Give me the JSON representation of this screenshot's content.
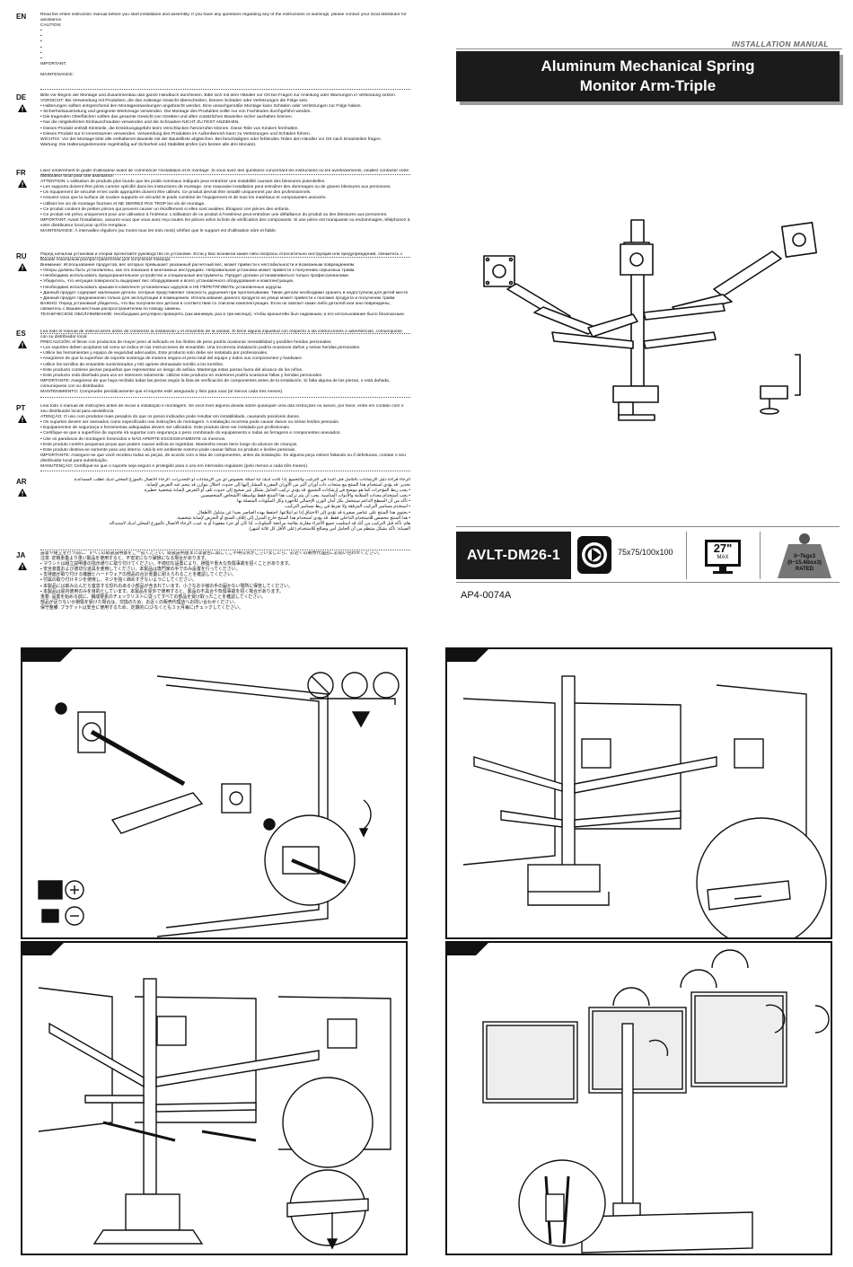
{
  "header": {
    "manual_label": "INSTALLATION MANUAL",
    "title_line1": "Aluminum Mechanical Spring",
    "title_line2": "Monitor Arm-Triple"
  },
  "specs": {
    "model": "AVLT-DM26-1",
    "vesa": "75x75/100x100",
    "screen_size": "27\"",
    "screen_size_sub": "MAX",
    "weight_line1": "0~7kgx3",
    "weight_line2": "(0~15.4lbsx3)",
    "weight_line3": "RATED",
    "product_code": "AP4-0074A"
  },
  "languages": [
    {
      "code": "EN",
      "text": "Read the entire instruction manual before you start installation and assembly. If you have any questions regarding any of the instructions or warnings, please contact your local distributor for assistance.\nCAUTION:\n•\n•\n•\n•\n•\n•\nIMPORTANT:\n\nMAINTENANCE:"
    },
    {
      "code": "DE",
      "text": "Bitte vor Beginn der Montage und Zusammenbau das ganze Handbuch durchlesen. Bitte sich mit dem Händler vor Ort bei Fragen zur Anleitung oder Warnungen in Verbindung setzen.\nVORSICHT: Bei Verwendung mit Produkten, die das zulässige Gewicht überschreiten, können Schäden oder Verletzungen die Folge sein.\n• Halterungen sollten entsprechend den Montageanweisungen angebracht werden. Eine unsachgemäße Montage kann Schäden oder Verletzungen zur Folge haben.\n• Sicherheitsausrüstung und geeignete Werkzeuge verwenden. Die Montage des Produktes sollte nur von Fachleuten durchgeführt werden.\n• Die tragenden Oberflächen sollten das gesamte Gewicht von Geräten und allen zusätzlichen Bauteilen sicher aushalten können.\n• Nur die mitgelieferten Einbauschrauben verwenden und die Schrauben NICHT ZU FEST ANZIEHEN.\n• Dieses Produkt enthält Kleinteile, die Erstickungsgefahr beim Verschlucken hervorrufen können. Diese Teile von Kindern fernhalten.\n• Dieses Produkt nur in Innenräumen verwenden. Verwendung des Produktes im Außenbereich kann zu Verletzungen und Schäden führen.\nWICHTIG: Vor der Montage bitte alle enthaltenen Bauteile mit der Bauteilliste abgleichen. Bei beschädigten oder fehlenden Teilen den Händler vor Ort nach Ersatzteilen fragen.\nWartung: Die Halterungselemente regelmäßig auf Sicherheit und Stabilität prüfen (um besten alle drei Monate)."
    },
    {
      "code": "FR",
      "text": "Lisez entièrement le guide d'utilisateur avant de commencer l'installation et le montage. Si vous avez des questions concernant les instructions ou les avertissements, veuillez contacter votre distributeur local pour une assistance.\nATTENTION: L'utilisation de produits plus lourds que les poids nominaux indiqués peut entraîner une instabilité causant des blessures potentielles.\n• Les supports doivent être joints comme spécifié dans les instructions de montage. Une mauvaise installation peut entraîner des dommages ou de graves blessures aux personnes.\n• Un équipement de sécurité et les outils appropriés doivent être utilisés. Ce produit devrait être installé uniquement par des professionnels.\n• Assurez-vous que la surface de soutien supporte en sécurité le poids combiné de l'équipement et de tous les matériaux et composantes associés.\n• Utilisez les vis de montage fournies et NE SERREZ PAS TROP les vis de montage.\n• Ce produit contient de petites pièces qui peuvent causer un étouffement si elles sont avalées. Éloignez ces pièces des enfants.\n• Ce produit est prévu uniquement pour une utilisation à l'intérieur. L'utilisation de ce produit à l'extérieur peut entraîner une défaillance du produit ou des blessures aux personnes.\nIMPORTANT: Avant l'installation, assurez-vous que vous avez reçu toutes les pièces selon la liste de vérification des composants. Si une pièce est manquante ou endommagée, téléphonez à votre distributeur local pour qu'il le remplace.\nMAINTENANCE: À intervalles réguliers (au moins tous les trois mois) vérifiez que le support est d'utilisation sûre et fiable."
    },
    {
      "code": "RU",
      "text": "Перед началом установки и сборки прочитайте руководство по установке. Если у Вас возникли какие-либо вопросы относительно инструкций или предупреждений, свяжитесь с Вашим локальным распространителем для получения помощи.\nВнимание: Использование продуктов, вес которых превышает указанный расчетный вес, может привести к нестабильности и возможным повреждениям.\n• Опоры должны быть установлены, как это показано в монтажных инструкциях. Неправильная установка может привести к получению серьезных травм.\n• Необходимо использовать предохранительное устройство и специальные инструменты. Продукт должен устанавливаться только профессионалами.\n• Убедитесь, что несущая поверхность выдержит вес оборудования и всего установочного оборудования и комплектующих.\n• Необходимо использовать крышки в комплекте установочных шурупов и НЕ ПЕРЕТЯГИВАТЬ установочные шурупы.\n• Данный продукт содержит маленькие детали, которые представляют опасность удушения при проглатывании. Такие детали необходимо хранить в недоступном для детей месте.\n• Данный продукт предназначен только для эксплуатации в помещениях. Использование данного продукта на улице может привести к поломке продукта и получению травм.\nВАЖНО: Перед установкой убедитесь, что Вы получили все детали в соответствии со списком комплектующих. Если не хватает каких-либо деталей или они повреждены, свяжитесь с Вашим местным распространителем по поводу замены.\nТЕХНИЧЕСКОЕ ОБСЛУЖИВАНИЕ: Необходимо регулярно проверять (как минимум, раз в три месяца), чтобы кронштейн был надежным, и его использование было безопасным."
    },
    {
      "code": "ES",
      "text": "Lea todo el manual de instrucciones antes de comenzar la instalación y el ensamble de la unidad. Si tiene alguna inquietud con respecto a las instrucciones o advertencias, comuníquese con su distribuidor local.\nPRECAUCIÓN: el llevar con productos de mayor peso al indicado en los límites de peso podría ocasionar inestabilidad y posibles heridas personales.\n• Los soportes deben acoplarse tal como se indica en las instrucciones de ensamble. Una incorrecta instalación podría ocasionar daños y serias heridas personales.\n• Utilice las herramientas y equipo de seguridad adecuados. Este producto solo debe ser instalado por profesionales.\n• Asegúrese de que la superficie de soporte sostenga de manera segura el peso total del equipo y todos sus componentes y hardware.\n• Utilice los tornillos de ensamble suministrados y NO apriete demasiado tornillo a los tornillos.\n• Este producto contiene piezas pequeñas que representan un riesgo de asfixia. Mantenga estas piezas fuera del alcance de los niños.\n• Este producto está diseñado para uso en interiores solamente. Utilizar este producto en exteriores podría ocasionar fallas y heridas personales.\nIMPORTANTE: Asegúrese de que haya recibido todas las piezas según la lista de verificación de componentes antes de la instalación. Si falta alguna de las piezas, o está dañada, comuníquese con su distribuidor.\nMANTENIMIENTO: Compruebe periódicamente que el soporte esté asegurado y listo para usar (al menos cada tres meses)."
    },
    {
      "code": "PT",
      "text": "Leia todo o manual de instruções antes de iniciar a instalação e montagem. Se você tiver alguma dúvida sobre quaisquer uma das instruções ou avisos, por favor, entre em contato com o seu distribuidor local para assistência.\nATENÇÃO: O uso com produtos mais pesados do que os pesos indicados pode resultar em instabilidade, causando possíveis danos.\n• Os suportes devem ser anexados como especificado nas instruções de montagem. A instalação incorreta pode causar danos ou sérias lesões pessoais.\n• Equipamentos de segurança e ferramentas adequadas devem ser utilizados. Este produto deve ser instalado por profissionais.\n• Certifique-se que a superfície de suporte irá suportar com segurança o peso combinado do equipamento e todas as ferragens e componentes anexados.\n• Use os parafusos de montagem fornecidos e NÃO APERTE EXCESSIVAMENTE os mesmos.\n• Este produto contém pequenas peças que podem causar asfixia se ingeridas. Mantenha essas itens longe do alcance de crianças.\n• Este produto destina-se somente para uso interno. Usá-lo em ambiente externo pode causar falhas no produto e lesões pessoais.\nIMPORTANTE: Assegure-se que você recebeu todas as peças, de acordo com a lista de componentes, antes da instalação. Se alguma peça estiver faltando ou if defeituosa, contate o seu distribuidor local para substituição.\nMANUTENÇÃO: Certifique-se que o suporte seja seguro e protegido para o uso em intervalos regulares (pelo menos a cada três meses)."
    },
    {
      "code": "AR",
      "text": "الرجاء قراءة دليل الإرشادات بالكامل قبل البدء في التركيب والتجميع. إذا كانت لديك أية أسئلة بخصوص أي من الإرشادات أو التحذيرات، الرجاء الاتصال بالموزع المحلي لديك لطلب المساعدة.\nتحذير: قد يؤدي استخدام هذا المنتج مع منتجات ذات أوزان أكبر من الأوزان المقررة المشار إليها إلى حدوث اختلال بتوازن قد ينجم عنه التعرض لإصابة.\n• يجب ربط المؤخرات كما هو موضح في إرشادات التجميع. قد يؤدي تركيب الحامل بشكل غير صحيح إلى حدوث تلف أو التعرض لإصابة شخصية خطيرة.\n• يجب استخدام معدات السلامة والأدوات المناسبة. يجب أن يتم تركيب هذا المنتج فقط بواسطة الأشخاص المتخصصين.\n• تأكد من أن السطح الداعم سيتحمل بكل أمان الوزن الإجمالي للأجهزة وكل المكونات المتصلة بها.\n• استخدم مسامير التركيب المرفقة ولا تفرط في ربط مسامير التركيب.\n• يحتوي هذا المنتج على عناصر صغيرة قد تؤدي إلى الاختناق إذا تم ابتلاعها. احتفظ بهذه العناصر بعيدا عن متناول الأطفال.\n• هذا المنتج مخصص للاستخدام الداخلي فقط. قد يؤدي استخدام هذا المنتج خارج المنزل إلى إتلاف المنتج أو التعرض لإصابة شخصية.\nهام: تأكد قبل التركيب من أنك قد استلمت جميع الأجزاء مقارنة بقائمة مراجعة المكونات. إذا كان أي جزء مفقودا أو به عيب، الرجاء الاتصال بالموزع المحلي لديك لاستبداله.\nالصيانة: تأكد بشكل منتظم من أن الحامل آمن وصالح للاستخدام (على الأقل كل ثلاثة أشهر)."
    },
    {
      "code": "JA",
      "text": "設置や組立を行う前に、すべての取扱説明書をご一読ください。取扱説明書または警告に関してご不明な点がございましたら、お近くの販売代理店にお問い合わせください。\n注意: 定格重量より重い製品を使用すると、不安定になり破損になる場合があります。\n• マウントは組立説明書の指示通りに取り付けてください。不適切な設置により、損傷や重大な負傷事故を招くことがあります。\n• 安全装置および適切な道具を使用してください。本製品は専門家の手でのみ設置を行ってください。\n• 支持面が取り付ける機器とハードウェアの部品の合計重量に耐えられることを確認してください。\n• 付属の取り付けネジを使用し、ネジを強く締めすぎないようにしてください。\n• 本製品には飲み込んだら窒息する恐れのある小部品が含まれています。小さなお子様の手の届かない場所に保管してください。\n• 本製品は屋内使用のみを目的としています。本製品を屋外で使用すると、製品の不具合や負傷事故を招く場合があります。\n重要: 設置を始める前に、構成要素のチェックリストに従ってすべての部品を受け取ったことを確認してください。\n部品が足りないか損傷を受けた場合は、交換のため、お近くの販売代理店へお問い合わせください。\n保守整備: ブラケットは安全に使用するため、定期的に(少なくとも３ヵ月毎に)チェックしてください。"
    }
  ]
}
